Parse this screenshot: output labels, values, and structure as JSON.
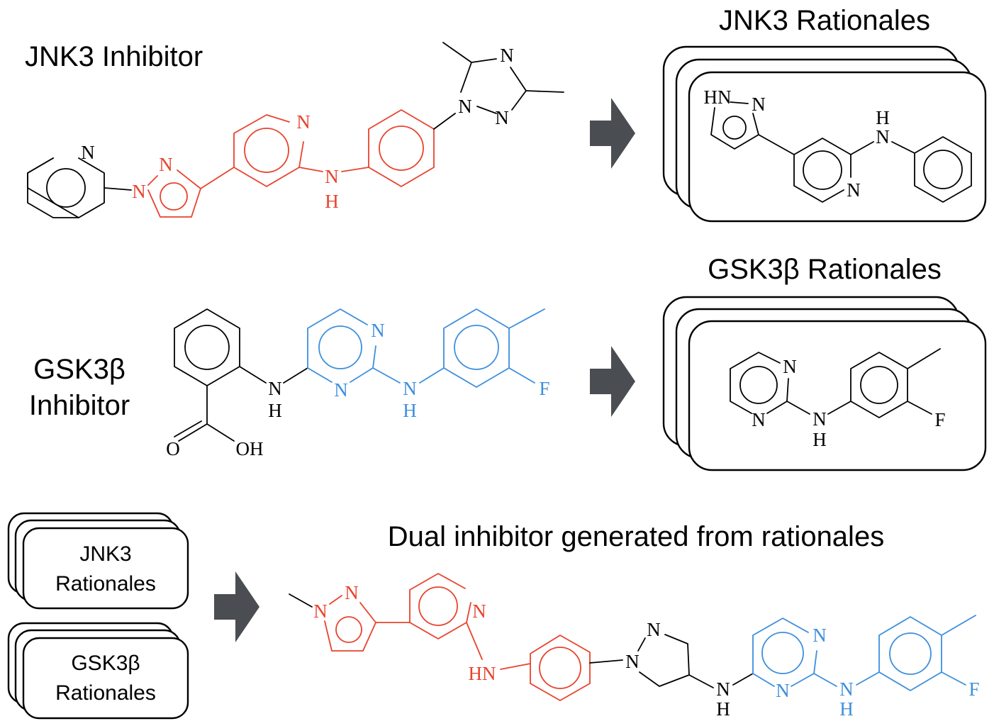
{
  "colors": {
    "accent_red": "#e8432d",
    "accent_blue": "#3d8fdc",
    "arrow": "#4a4d51"
  },
  "panels": {
    "jnk3_inhibitor_label": "JNK3 Inhibitor",
    "jnk3_rationales_title": "JNK3 Rationales",
    "gsk3b_inhibitor_label_line1": "GSK3β",
    "gsk3b_inhibitor_label_line2": "Inhibitor",
    "gsk3b_rationales_title": "GSK3β Rationales",
    "dual_title": "Dual inhibitor generated from rationales",
    "small_jnk3_card_line1": "JNK3",
    "small_jnk3_card_line2": "Rationales",
    "small_gsk3b_card_line1": "GSK3β",
    "small_gsk3b_card_line2": "Rationales"
  },
  "atoms": {
    "N": "N",
    "H": "H",
    "HN": "HN",
    "F": "F",
    "O": "O",
    "OH": "OH"
  }
}
